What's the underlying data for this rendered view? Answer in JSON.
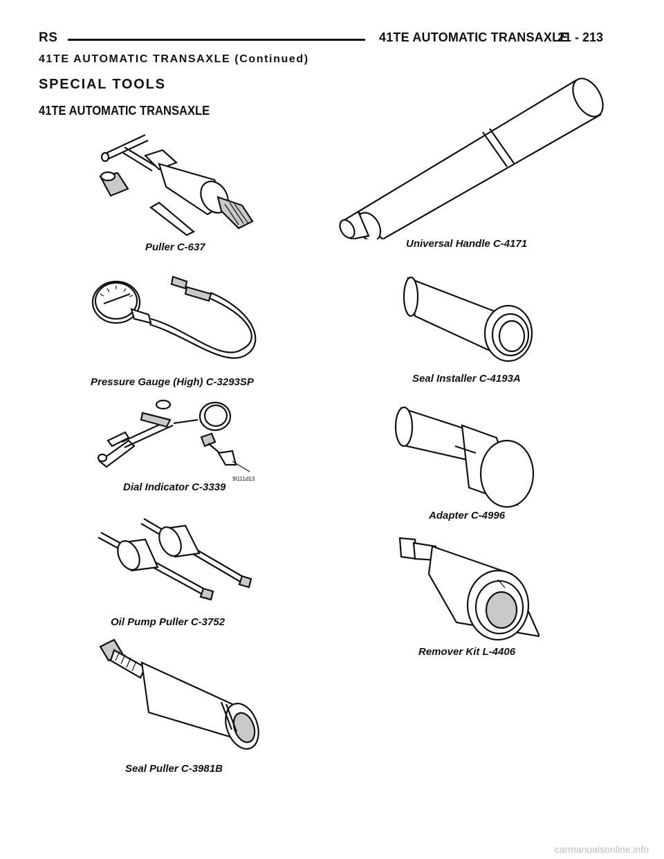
{
  "header": {
    "section_code": "RS",
    "title": "41TE AUTOMATIC TRANSAXLE",
    "page_number": "21 - 213"
  },
  "continued_heading": "41TE AUTOMATIC TRANSAXLE (Continued)",
  "section_heading": "SPECIAL TOOLS",
  "subsection_heading": "41TE AUTOMATIC TRANSAXLE",
  "tools": [
    {
      "caption": "Puller C-637",
      "icon": "puller-icon"
    },
    {
      "caption": "Universal Handle C-4171",
      "icon": "universal-handle-icon"
    },
    {
      "caption": "Pressure Gauge (High) C-3293SP",
      "icon": "pressure-gauge-icon"
    },
    {
      "caption": "Seal Installer C-4193A",
      "icon": "seal-installer-icon"
    },
    {
      "caption": "Dial Indicator C-3339",
      "icon": "dial-indicator-icon"
    },
    {
      "caption": "Adapter C-4996",
      "icon": "adapter-icon"
    },
    {
      "caption": "Oil Pump Puller C-3752",
      "icon": "oil-pump-puller-icon"
    },
    {
      "caption": "Remover Kit L-4406",
      "icon": "remover-kit-icon"
    },
    {
      "caption": "Seal Puller C-3981B",
      "icon": "seal-puller-icon"
    }
  ],
  "figure_code": "9I111d13",
  "watermark": "carmanualsonline.info"
}
